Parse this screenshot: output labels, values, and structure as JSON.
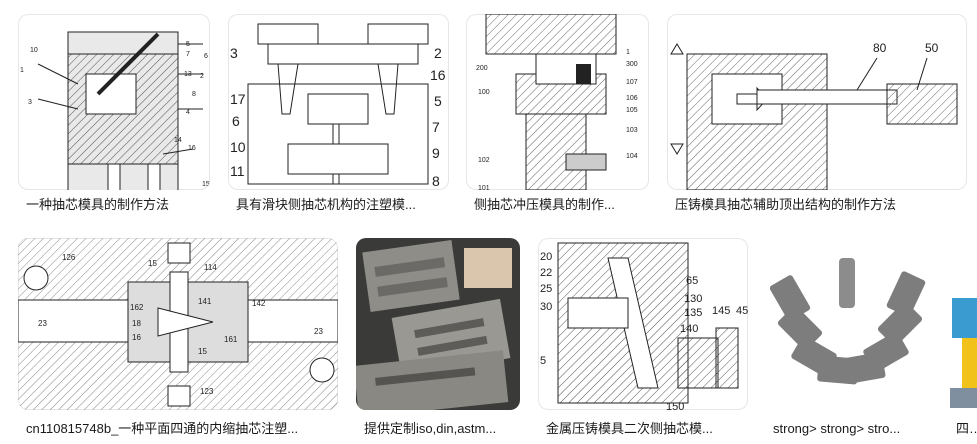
{
  "results": [
    {
      "caption": "一种抽芯模具的制作方法",
      "labels": [
        "10",
        "1",
        "3",
        "5",
        "7",
        "6",
        "13",
        "2",
        "8",
        "4",
        "14",
        "16",
        "15"
      ]
    },
    {
      "caption": "具有滑块侧抽芯机构的注塑模...",
      "labels": [
        "3",
        "2",
        "16",
        "17",
        "5",
        "6",
        "10",
        "7",
        "11",
        "9",
        "8"
      ]
    },
    {
      "caption": "侧抽芯冲压模具的制作...",
      "labels": [
        "200",
        "300",
        "107",
        "100",
        "106",
        "105",
        "103",
        "102",
        "104",
        "101",
        "1"
      ]
    },
    {
      "caption": "压铸模具抽芯辅助顶出结构的制作方法",
      "labels": [
        "80",
        "50"
      ]
    },
    {
      "caption": "cn110815748b_一种平面四通的内缩抽芯注塑...",
      "labels": [
        "126",
        "15",
        "114",
        "23",
        "162",
        "18",
        "16",
        "141",
        "142",
        "161",
        "23",
        "15",
        "123"
      ]
    },
    {
      "caption": "提供定制iso,din,astm...",
      "labels": []
    },
    {
      "caption": "金属压铸模具二次侧抽芯模...",
      "labels": [
        "20",
        "22",
        "25",
        "30",
        "65",
        "130",
        "135",
        "140",
        "145",
        "45",
        "5",
        "150"
      ]
    },
    {
      "caption": "strong> strong> stro...",
      "labels": []
    },
    {
      "caption": "四通",
      "labels": []
    }
  ]
}
